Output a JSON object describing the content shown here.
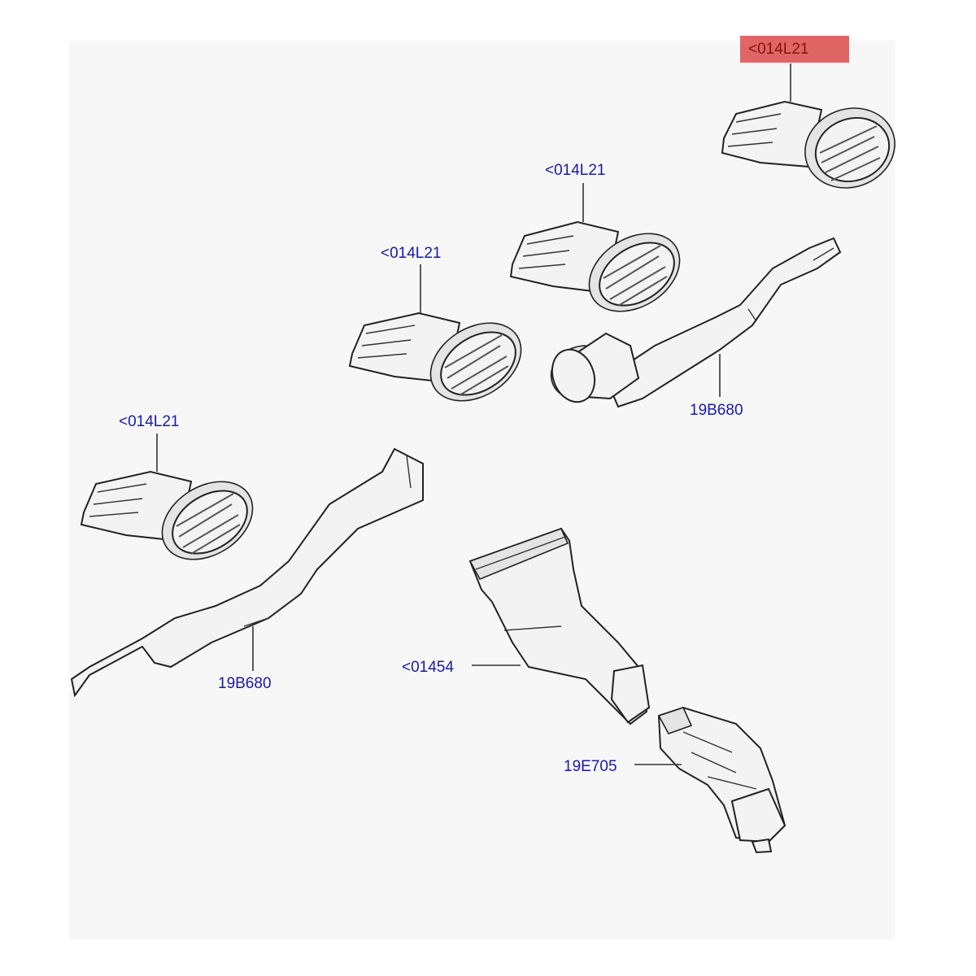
{
  "diagram": {
    "callouts": [
      {
        "id": "vent-top-right",
        "text": "<014L21",
        "highlighted": true,
        "highlight_color": "#e06666"
      },
      {
        "id": "vent-center-upper",
        "text": "<014L21",
        "highlighted": false
      },
      {
        "id": "vent-center-lower",
        "text": "<014L21",
        "highlighted": false
      },
      {
        "id": "vent-left",
        "text": "<014L21",
        "highlighted": false
      },
      {
        "id": "duct-right",
        "text": "19B680",
        "highlighted": false
      },
      {
        "id": "duct-left",
        "text": "19B680",
        "highlighted": false
      },
      {
        "id": "duct-center",
        "text": "<01454",
        "highlighted": false
      },
      {
        "id": "hose-bottom",
        "text": "19E705",
        "highlighted": false
      }
    ],
    "label_color": "#1a1aa6",
    "background_color": "#f7f7f7"
  }
}
